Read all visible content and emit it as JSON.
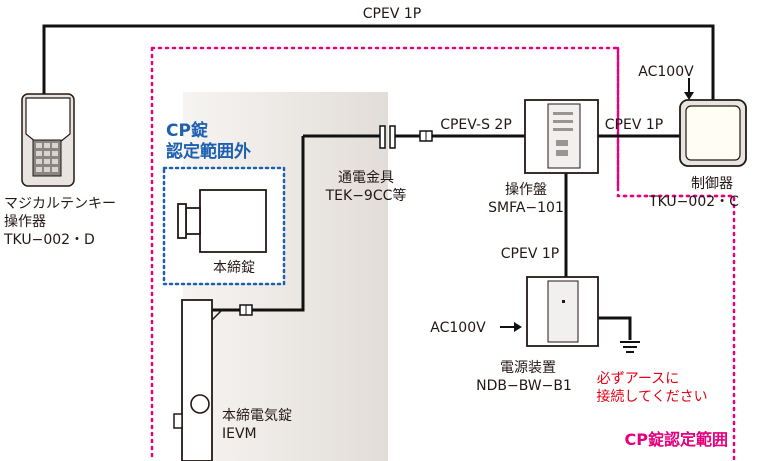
{
  "labels": {
    "cable_top": "CPEV 1P",
    "ac100v_top": "AC100V",
    "cpev_s_2p": "CPEV-S 2P",
    "cpev_1p_right": "CPEV 1P",
    "cpev_1p_mid": "CPEV 1P",
    "ac100v_bottom": "AC100V",
    "cp_out_line1": "CP錠",
    "cp_out_line2": "認定範囲外",
    "cp_range": "CP錠認定範囲",
    "keypad_line1": "マジカルテンキー",
    "keypad_line2": "操作器",
    "keypad_line3": "TKU−002・D",
    "lock_main": "本締錠",
    "fitting_line1": "通電金具",
    "fitting_line2": "TEK−9CC等",
    "panel_line1": "操作盤",
    "panel_line2": "SMFA−101",
    "controller_line1": "制御器",
    "controller_line2": "TKU−002・C",
    "power_line1": "電源装置",
    "power_line2": "NDB−BW−B1",
    "earth_note1": "必ずアースに",
    "earth_note2": "接続してください",
    "elock_line1": "本締電気錠",
    "elock_line2": "IEVM"
  },
  "colors": {
    "wire": "#111111",
    "dotted_range": "#e4007f",
    "dotted_out": "#1d5fb0",
    "door_shade": "#ece8e4",
    "warning_text": "#e60012"
  }
}
